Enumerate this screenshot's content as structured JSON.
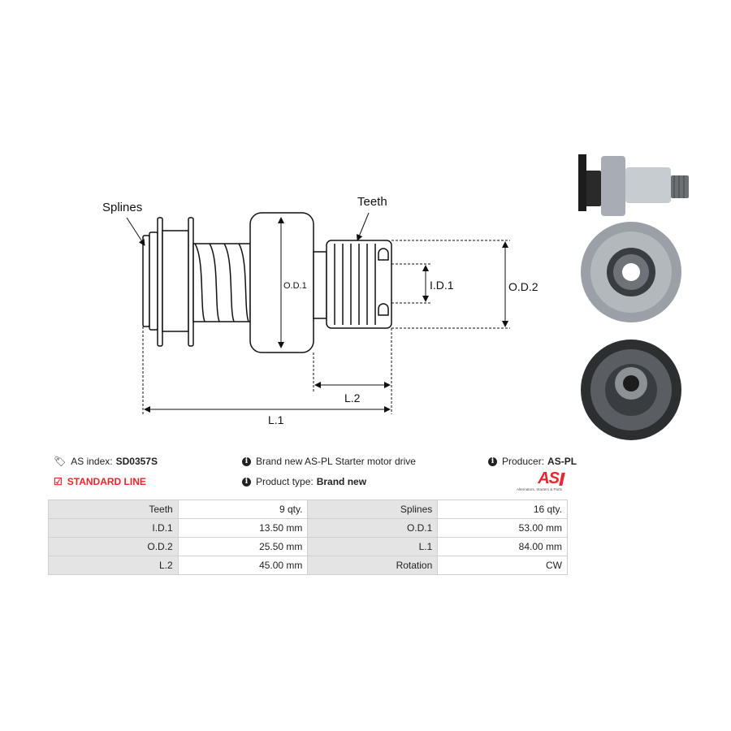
{
  "diagram": {
    "labels": {
      "splines": "Splines",
      "teeth": "Teeth",
      "od1": "O.D.1",
      "id1": "I.D.1",
      "od2": "O.D.2",
      "l2": "L.2",
      "l1": "L.1"
    }
  },
  "info": {
    "as_index_label": "AS index:",
    "as_index_value": "SD0357S",
    "standard_line": "STANDARD LINE",
    "description": "Brand new AS-PL Starter motor drive",
    "product_type_label": "Product type:",
    "product_type_value": "Brand new",
    "producer_label": "Producer:",
    "producer_value": "AS-PL"
  },
  "logo": {
    "text": "AS",
    "tagline": "Alternators, Starters & Parts"
  },
  "specs": [
    {
      "k1": "Teeth",
      "v1": "9 qty.",
      "k2": "Splines",
      "v2": "16 qty."
    },
    {
      "k1": "I.D.1",
      "v1": "13.50 mm",
      "k2": "O.D.1",
      "v2": "53.00 mm"
    },
    {
      "k1": "O.D.2",
      "v1": "25.50 mm",
      "k2": "L.1",
      "v2": "84.00 mm"
    },
    {
      "k1": "L.2",
      "v1": "45.00 mm",
      "k2": "Rotation",
      "v2": "CW"
    }
  ],
  "colors": {
    "accent": "#e8262b",
    "table_header_bg": "#e4e4e4"
  }
}
